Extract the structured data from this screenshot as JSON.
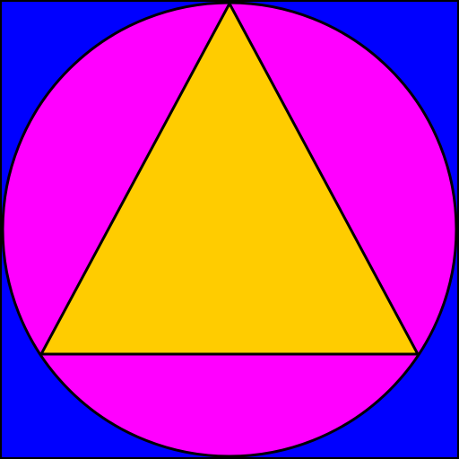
{
  "diagram": {
    "description_shapes": [
      "square",
      "circle",
      "triangle"
    ],
    "colors": {
      "square_fill": "#0000ff",
      "circle_fill": "#ff00ff",
      "triangle_fill": "#ffcc00",
      "stroke": "#000000"
    }
  }
}
